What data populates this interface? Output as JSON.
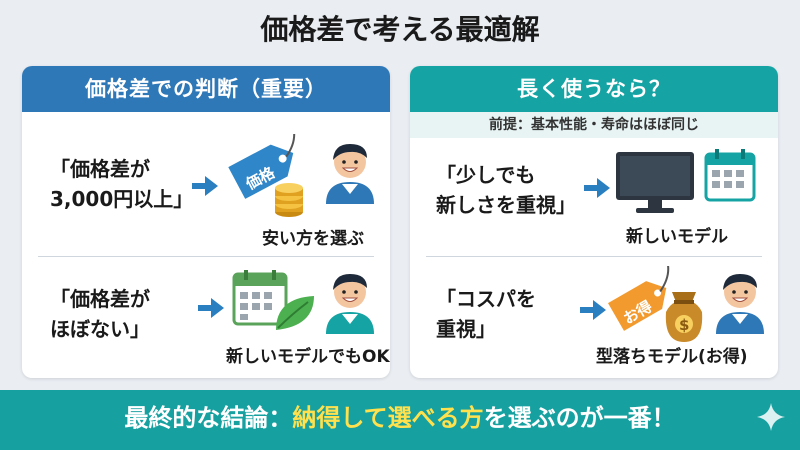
{
  "title": "価格差で考える最適解",
  "left": {
    "heading": "価格差での判断（重要）",
    "cases": [
      {
        "quote_l1": "「価格差が",
        "quote_l2": "3,000円以上」",
        "tag_text": "価格",
        "caption": "安い方を選ぶ"
      },
      {
        "quote_l1": "「価格差が",
        "quote_l2": "ほぼない」",
        "caption": "新しいモデルでもOK"
      }
    ]
  },
  "right": {
    "heading": "長く使うなら？",
    "premise": "前提：基本性能・寿命はほぼ同じ",
    "cases": [
      {
        "quote_l1": "「少しでも",
        "quote_l2": "新しさを重視」",
        "caption": "新しいモデル"
      },
      {
        "quote_l1": "「コスパを",
        "quote_l2": "重視」",
        "tag_text": "お得",
        "bag_symbol": "$",
        "caption": "型落ちモデル(お得)"
      }
    ]
  },
  "conclusion": {
    "prefix": "最終的な結論：",
    "highlight": "納得して選べる方",
    "suffix": "を選ぶのが一番！"
  },
  "colors": {
    "left_header": "#2f78b8",
    "right_header": "#16a3a3",
    "bottom_bar": "#17a0a0",
    "highlight": "#ffe14d",
    "arrow": "#2a7fc0"
  }
}
